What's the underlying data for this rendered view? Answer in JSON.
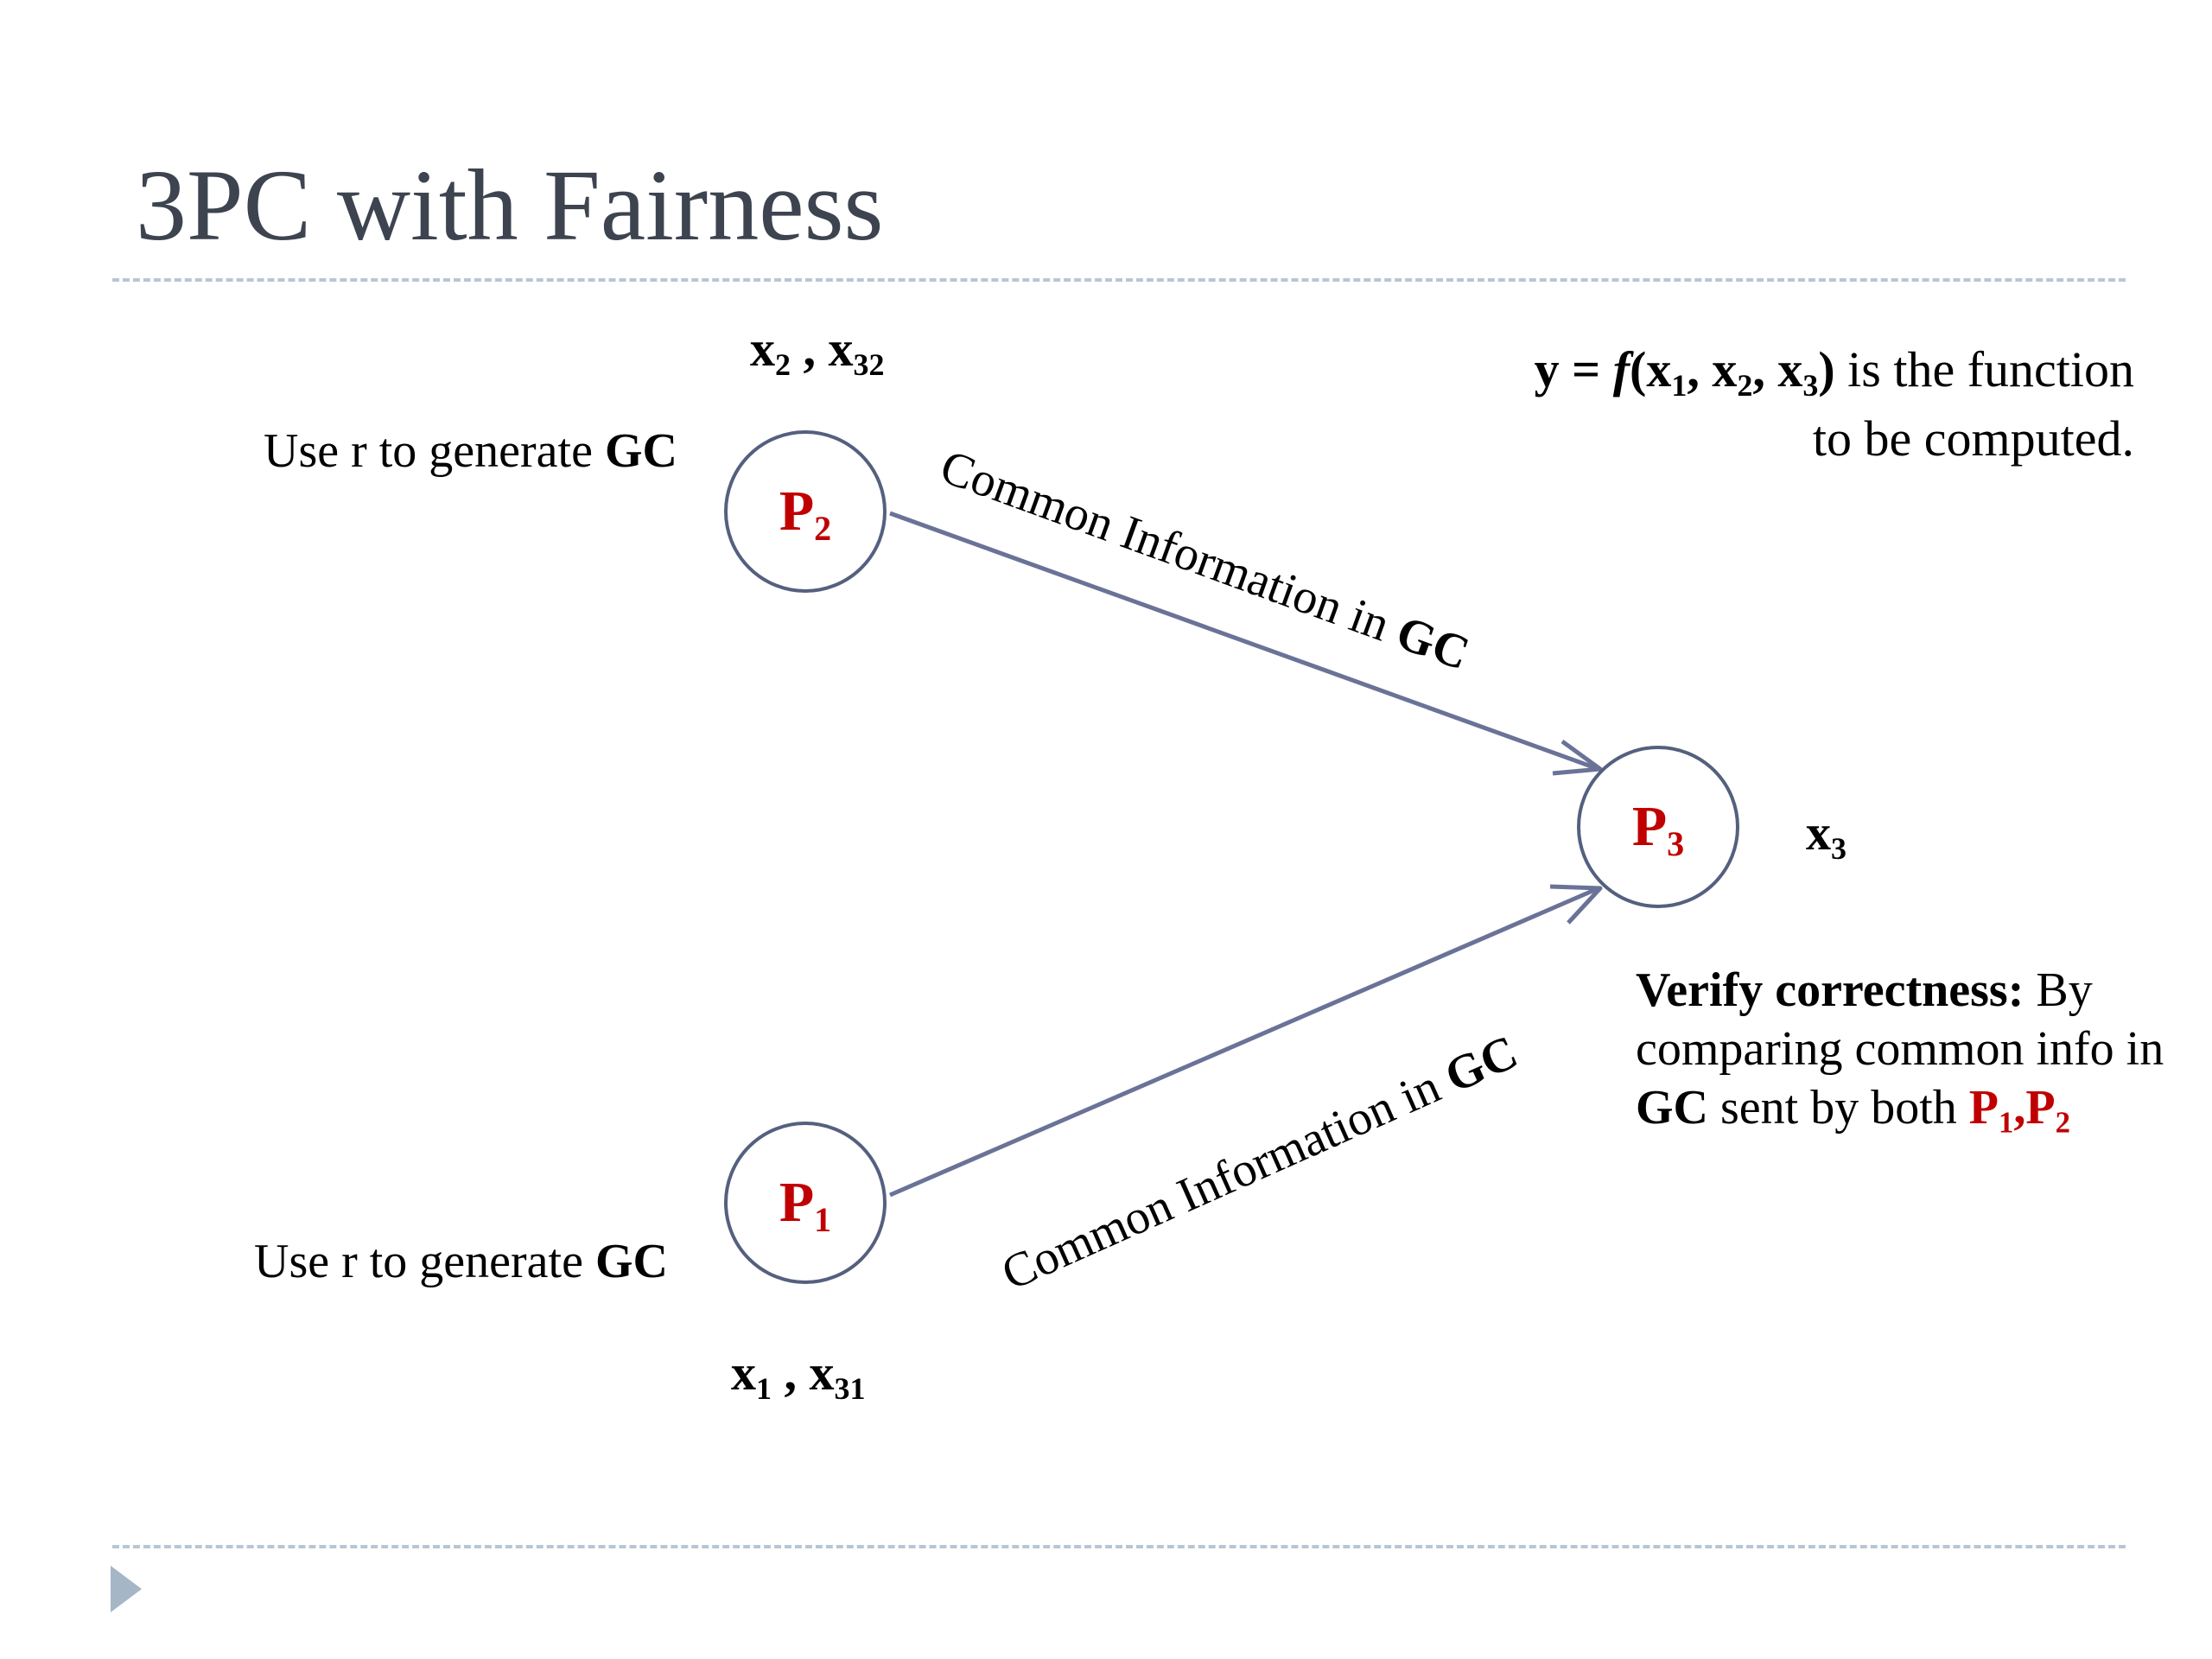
{
  "slide": {
    "title": "3PC with Fairness"
  },
  "parties": {
    "p1": {
      "base": "P",
      "sub": "1"
    },
    "p2": {
      "base": "P",
      "sub": "2"
    },
    "p3": {
      "base": "P",
      "sub": "3"
    }
  },
  "inputs": {
    "p2": {
      "a": "x",
      "a_sub": "2",
      "sep": " , ",
      "b": "x",
      "b_sub": "32"
    },
    "p1": {
      "a": "x",
      "a_sub": "1",
      "sep": " , ",
      "b": "x",
      "b_sub": "31"
    },
    "p3": {
      "a": "x",
      "a_sub": "3"
    }
  },
  "generate_notes": {
    "p2": {
      "text": "Use r to generate ",
      "bold": "GC"
    },
    "p1": {
      "text": "Use r to generate ",
      "bold": "GC"
    }
  },
  "edges": {
    "p2_to_p3": {
      "text": "Common Information in ",
      "bold": "GC"
    },
    "p1_to_p3": {
      "text": "Common Information in ",
      "bold": "GC"
    }
  },
  "function_note": {
    "y": "y",
    "eq": " = ",
    "f": "f",
    "open": "(",
    "x": "x",
    "s1": "1",
    "s2": "2",
    "s3": "3",
    "comma": ", ",
    "close": ")",
    "rest1": " is the function",
    "rest2": "to be computed."
  },
  "verify_note": {
    "bold": "Verify correctness:",
    "line1_rest": " By",
    "line2": "comparing common info in",
    "gc": "GC",
    "line3_rest": " sent by both ",
    "p": "P",
    "p1_sub": "1",
    "sep": ",",
    "p2_sub": "2"
  },
  "colors": {
    "accent_red": "#c00000",
    "arrow": "#6a7397",
    "title": "#3d4450",
    "rule": "#b8c6d4",
    "bullet": "#a5b6c7"
  },
  "icons": {
    "bullet": "triangle-right-icon"
  }
}
